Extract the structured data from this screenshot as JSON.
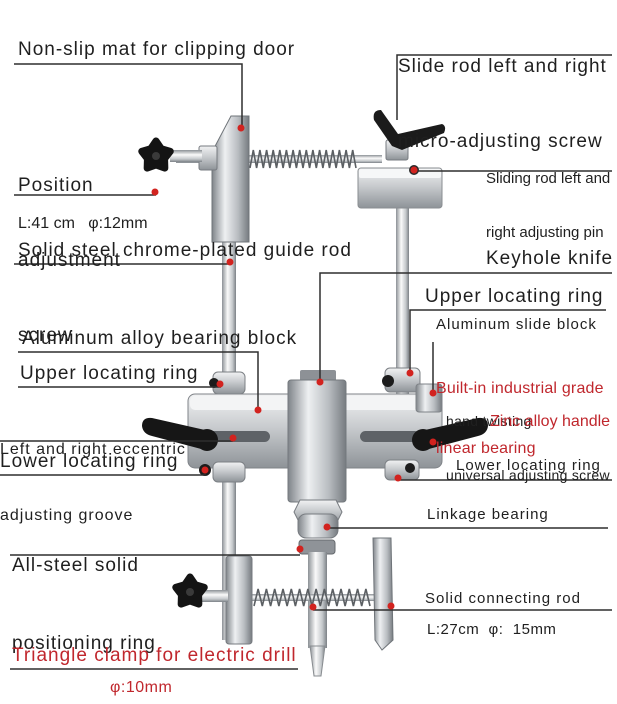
{
  "colors": {
    "label_text": "#1f1f1f",
    "highlight_text": "#c0272d",
    "marker_dot": "#d2231f",
    "leader_line": "#2e2e2e"
  },
  "callouts": {
    "slide_rod_screw": {
      "line1": "Slide rod left and right",
      "line2": "micro-adjusting screw"
    },
    "non_slip_mat": "Non-slip mat for clipping door",
    "position_screw": {
      "line1": "Position",
      "line2": "adjustment",
      "line3": "screw"
    },
    "sliding_rod_pin": {
      "line1": "Sliding rod left and",
      "line2": "right adjusting pin"
    },
    "guide_rod_spec": "L:41 cm   φ:12mm",
    "guide_rod": "Solid steel chrome-plated guide rod",
    "keyhole_knife": "Keyhole knife",
    "upper_ring_right": "Upper locating ring",
    "aluminum_slide_block": "Aluminum slide block",
    "bearing_block": "Aluminum alloy bearing block",
    "linear_bearing": {
      "line1": "Built-in industrial grade",
      "line2": "linear bearing"
    },
    "upper_ring_left": "Upper locating ring",
    "hand_screw": {
      "line1": "hand twisting",
      "line2": "universal adjusting screw"
    },
    "eccentric_groove": {
      "line1": "Left and right eccentric",
      "line2": "adjusting groove"
    },
    "zinc_handle": "Zinc alloy handle",
    "lower_ring_left": "Lower locating ring",
    "lower_ring_right": "Lower locating ring",
    "positioning_ring": {
      "line1": "All-steel solid",
      "line2": "positioning ring"
    },
    "linkage_bearing": "Linkage bearing",
    "connecting_rod": "Solid connecting rod",
    "connecting_rod_spec": "L:27cm  φ:  15mm",
    "drill_clamp": "Triangle clamp for electric drill",
    "drill_clamp_spec": "φ:10mm"
  }
}
